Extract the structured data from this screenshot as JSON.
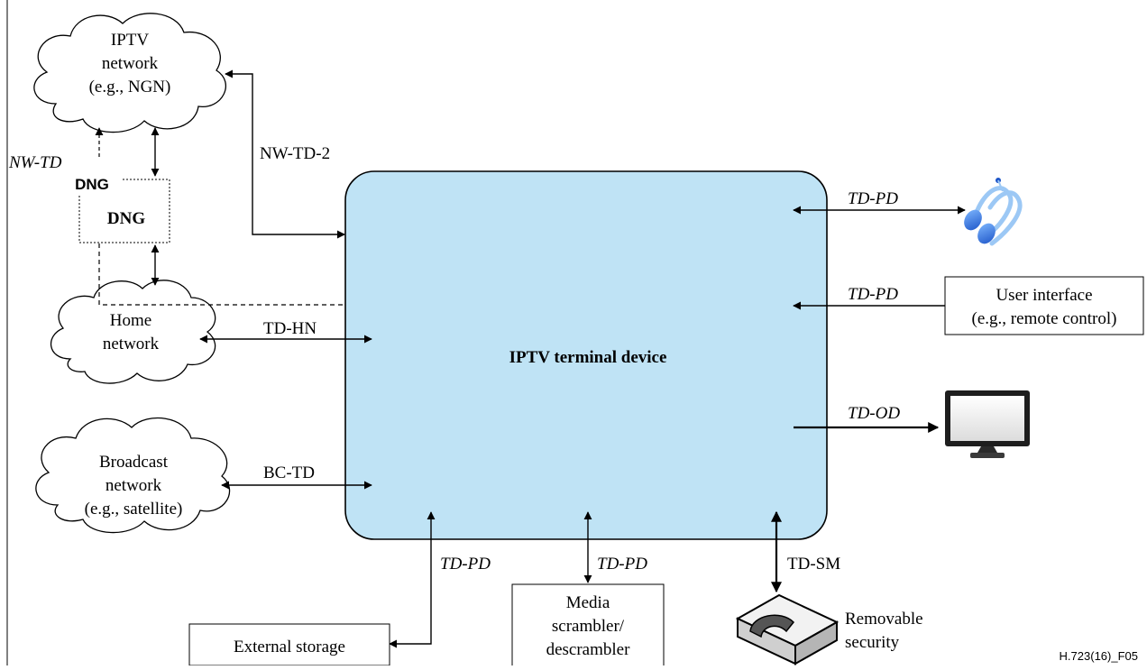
{
  "clouds": {
    "iptv_network": [
      "IPTV",
      "network",
      "(e.g., NGN)"
    ],
    "home_network": [
      "Home",
      "network"
    ],
    "broadcast_network": [
      "Broadcast",
      "network",
      "(e.g., satellite)"
    ]
  },
  "dng": {
    "overlay_label": "DNG",
    "box_label": "DNG"
  },
  "terminal": {
    "label": "IPTV terminal device",
    "fill_color": "#bfe3f5"
  },
  "interfaces": {
    "nw_td_1": "NW-TD",
    "nw_td_2": "NW-TD-2",
    "td_hn": "TD-HN",
    "bc_td": "BC-TD",
    "td_pd_headset": "TD-PD",
    "td_pd_ui": "TD-PD",
    "td_od": "TD-OD",
    "td_pd_storage": "TD-PD",
    "td_pd_scrambler": "TD-PD",
    "td_sm": "TD-SM"
  },
  "boxes": {
    "user_interface": [
      "User interface",
      "(e.g., remote control)"
    ],
    "external_storage": "External storage",
    "media_scrambler": [
      "Media",
      "scrambler/",
      "descrambler"
    ]
  },
  "devices": {
    "headset_icon": "headset-icon",
    "monitor_icon": "monitor-icon",
    "security_module_icon": "security-module-icon",
    "removable_security": [
      "Removable",
      "security"
    ]
  },
  "figure_id": "H.723(16)_F05"
}
